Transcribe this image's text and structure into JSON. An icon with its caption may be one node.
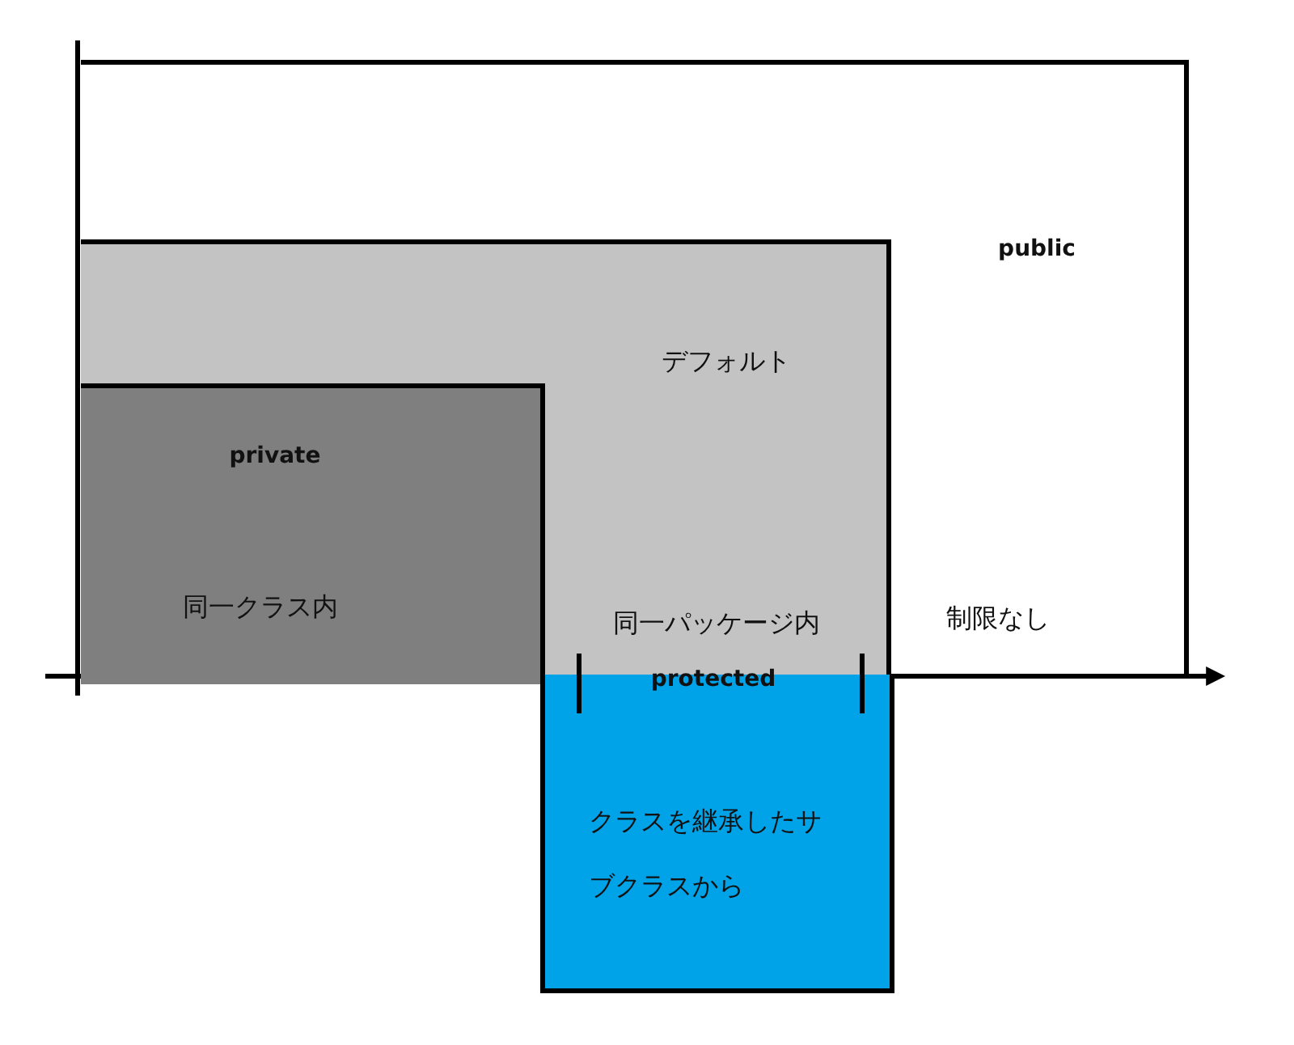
{
  "diagram": {
    "nodes": [
      {
        "text": [
          "public",
          "制限なし"
        ]
      },
      {
        "text": [
          "デフォルト",
          "同一パッケージ内"
        ],
        "in": 0
      },
      {
        "text": [
          "private",
          "同一クラス内"
        ],
        "in": 1
      },
      {
        "text": [
          "protected",
          "クラスを継承したサブクラスから"
        ]
      }
    ],
    "edges": []
  }
}
